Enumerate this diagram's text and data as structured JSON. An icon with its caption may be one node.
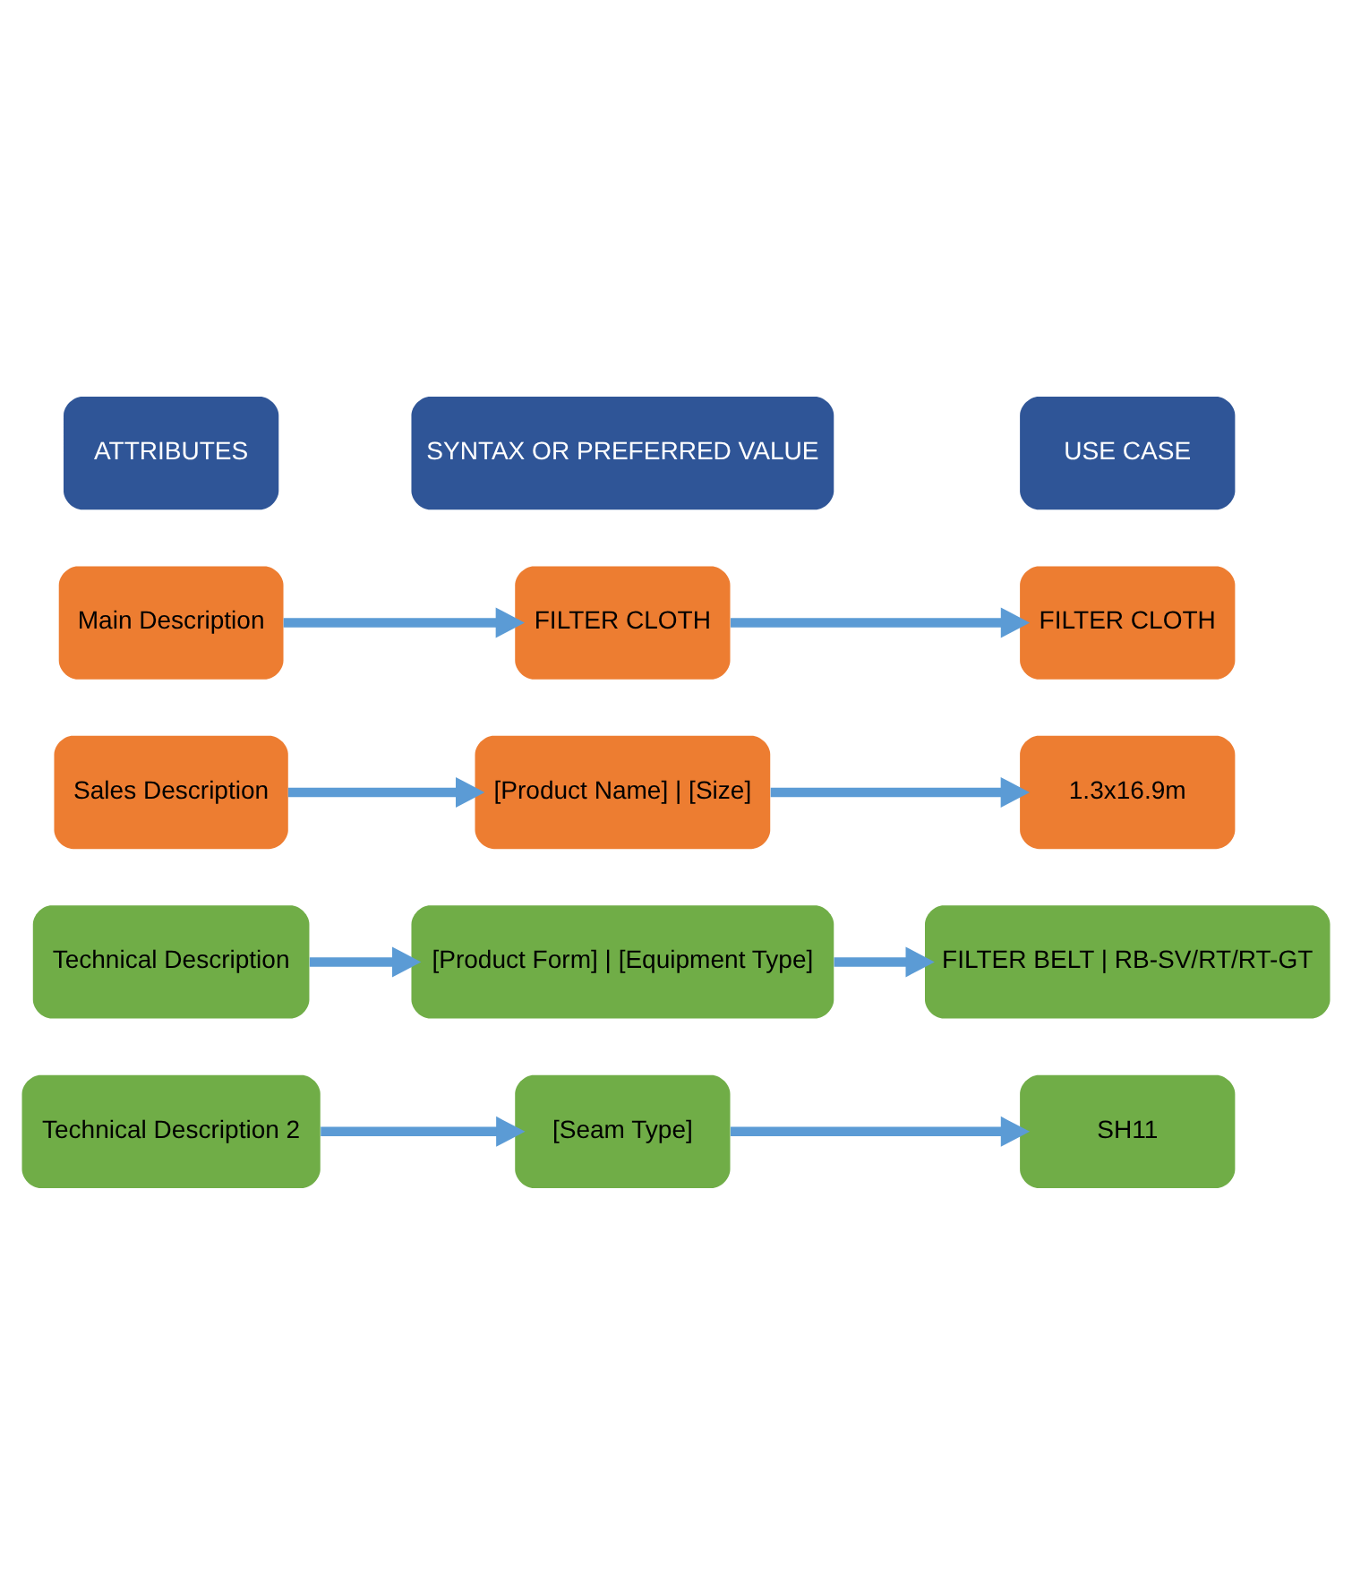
{
  "diagram": {
    "nodes": [
      {
        "text": [
          "Technical Description 2"
        ]
      },
      {
        "text": [
          "[Seam Type]"
        ]
      },
      {
        "text": [
          "SH11"
        ]
      },
      {
        "text": [
          "Technical Description"
        ]
      },
      {
        "text": [
          "[Product Form] | [Equipment Type]"
        ]
      },
      {
        "text": [
          "FILTER BELT | RB-SV/RT/RT-GT"
        ]
      },
      {
        "text": [
          "Sales Description"
        ]
      },
      {
        "text": [
          "[Product Name] | [Size]"
        ]
      },
      {
        "text": [
          "1.3x16.9m"
        ]
      },
      {
        "text": [
          "Main Description"
        ]
      },
      {
        "text": [
          "FILTER CLOTH"
        ]
      },
      {
        "text": [
          "FILTER CLOTH"
        ]
      },
      {
        "text": [
          "ATTRIBUTES"
        ]
      },
      {
        "text": [
          "SYNTAX OR PREFERRED VALUE"
        ]
      },
      {
        "text": [
          "USE CASE"
        ]
      }
    ],
    "edges": [
      {
        "from": 0,
        "to": 1,
        "arrow": "to"
      },
      {
        "from": 1,
        "to": 2,
        "arrow": "to"
      },
      {
        "from": 3,
        "to": 4,
        "arrow": "to"
      },
      {
        "from": 4,
        "to": 5,
        "arrow": "to"
      },
      {
        "from": 6,
        "to": 7,
        "arrow": "to"
      },
      {
        "from": 7,
        "to": 8,
        "arrow": "to"
      },
      {
        "from": 9,
        "to": 10,
        "arrow": "to"
      },
      {
        "from": 10,
        "to": 11,
        "arrow": "to"
      }
    ]
  }
}
